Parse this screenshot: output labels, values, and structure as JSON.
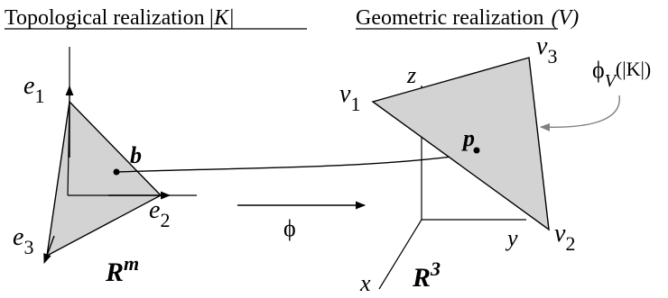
{
  "left_panel": {
    "title": "Topological realization",
    "title_symbol": "|K|",
    "vertex_e1": {
      "base": "e",
      "sub": "1"
    },
    "vertex_e2": {
      "base": "e",
      "sub": "2"
    },
    "vertex_e3": {
      "base": "e",
      "sub": "3"
    },
    "point_b": "b",
    "space_base": "R",
    "space_exp": "m"
  },
  "right_panel": {
    "title": "Geometric realization",
    "title_symbol": "(V)",
    "axis_x": "x",
    "axis_y": "y",
    "axis_z": "z",
    "vertex_v1": {
      "base": "v",
      "sub": "1"
    },
    "vertex_v2": {
      "base": "v",
      "sub": "2"
    },
    "vertex_v3": {
      "base": "v",
      "sub": "3"
    },
    "point_p": "p",
    "image_label": {
      "phi": "ϕ",
      "sub": "V",
      "arg": "(|K|)"
    },
    "space_base": "R",
    "space_exp": "3"
  },
  "map": {
    "label": "ϕ"
  },
  "colors": {
    "simplex_fill": "#d3d3d3",
    "stroke": "#000000",
    "pointer_arrow": "#808080"
  }
}
